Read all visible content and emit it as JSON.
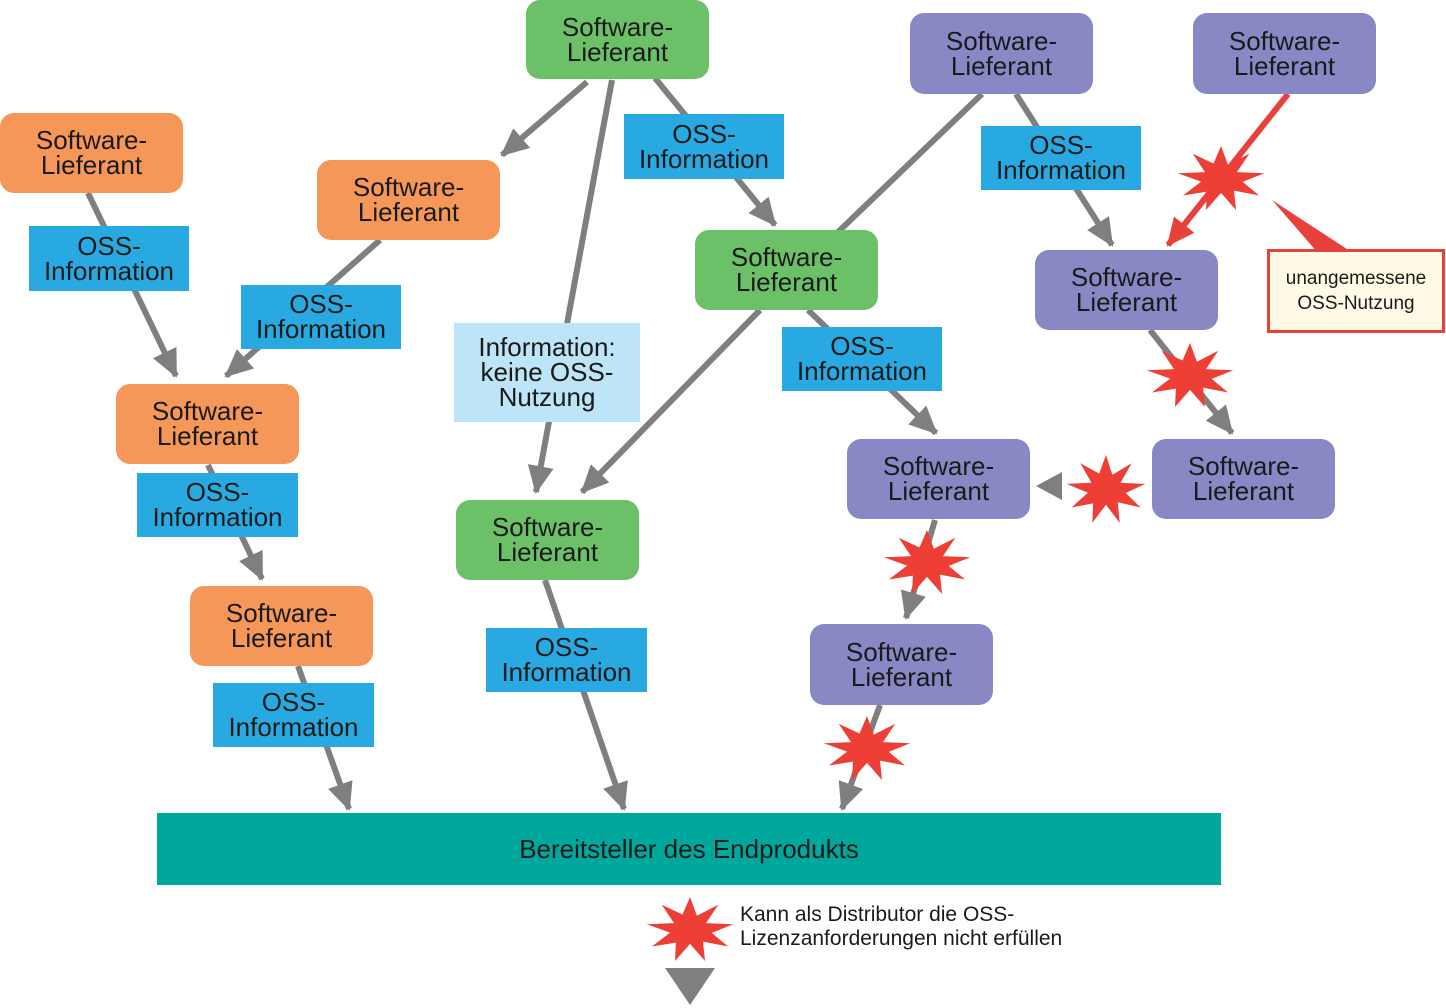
{
  "colors": {
    "orange": "#f6975a",
    "green": "#6cc067",
    "purple": "#8788c4",
    "info": "#29a9e1",
    "info_light": "#bde5f7",
    "final": "#00a79d",
    "arrow": "#7f7f7f",
    "problem_arrow": "#e8413c",
    "star": "#ee3f36"
  },
  "nodes": {
    "supplier_label": "Software-\nLieferant"
  },
  "info_labels": {
    "oss_information": "OSS-\nInformation",
    "no_oss_usage": "Information:\nkeine OSS-\nNutzung"
  },
  "final_product": {
    "label": "Bereitsteller des Endprodukts"
  },
  "callout": {
    "label": "unangemessene\nOSS-Nutzung"
  },
  "legend": {
    "star_icon": "red-starburst-icon",
    "star_text": "Kann als Distributor die OSS-\nLizenzanforderungen nicht erfüllen",
    "arrow_icon": "gray-triangle-arrow-icon"
  }
}
